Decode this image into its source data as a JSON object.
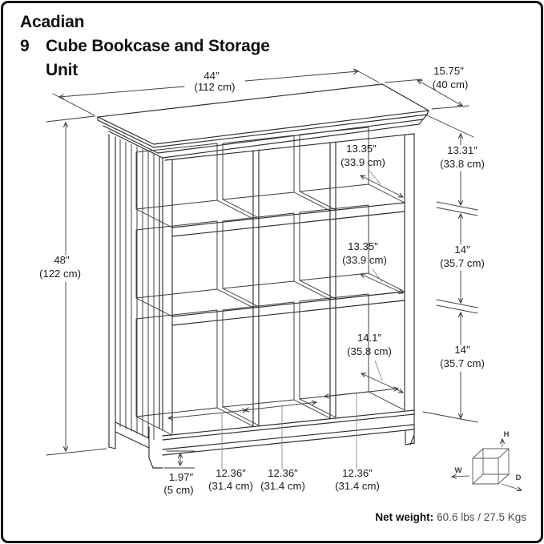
{
  "title": {
    "brand_line": "Acadian",
    "item_number": "9",
    "name_line": "Cube Bookcase and Storage",
    "name_line2": "Unit"
  },
  "dimensions": {
    "overall_width": {
      "in": "44″",
      "cm": "(112 cm)"
    },
    "overall_depth": {
      "in": "15.75″",
      "cm": "(40 cm)"
    },
    "overall_height": {
      "in": "48″",
      "cm": "(122 cm)"
    },
    "cube_depth_top": {
      "in": "13.35″",
      "cm": "(33.9 cm)"
    },
    "row_height_top": {
      "in": "13.31″",
      "cm": "(33.8 cm)"
    },
    "cube_depth_mid": {
      "in": "13.35″",
      "cm": "(33.9 cm)"
    },
    "row_height_mid": {
      "in": "14″",
      "cm": "(35.7 cm)"
    },
    "cube_depth_bottom": {
      "in": "14.1″",
      "cm": "(35.8 cm)"
    },
    "row_height_bottom": {
      "in": "14″",
      "cm": "(35.7 cm)"
    },
    "base_height": {
      "in": "1.97″",
      "cm": "(5 cm)"
    },
    "cube_width_left": {
      "in": "12.36″",
      "cm": "(31.4 cm)"
    },
    "cube_width_center": {
      "in": "12.36″",
      "cm": "(31.4 cm)"
    },
    "cube_width_right": {
      "in": "12.36″",
      "cm": "(31.4 cm)"
    }
  },
  "axis_cube": {
    "w": "W",
    "d": "D",
    "h": "H"
  },
  "footer": {
    "net_weight_label": "Net weight:",
    "net_weight_value": "60.6 lbs / 27.5 Kgs"
  }
}
